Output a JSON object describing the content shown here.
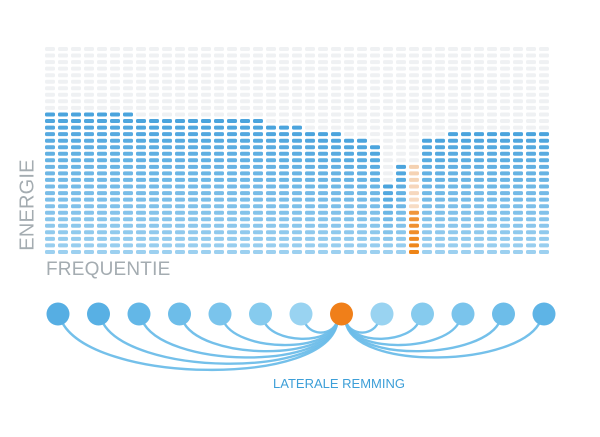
{
  "y_axis_label": "ENERGIE",
  "x_axis_label": "FREQUENTIE",
  "inhibition_label": "LATERALE REMMING",
  "spectrum": {
    "columns": 39,
    "total_rows": 32,
    "column_levels": [
      22,
      22,
      22,
      22,
      22,
      22,
      22,
      21,
      21,
      21,
      21,
      21,
      21,
      21,
      21,
      21,
      21,
      20,
      20,
      20,
      19,
      19,
      19,
      18,
      18,
      17,
      11,
      14,
      14,
      18,
      18,
      19,
      19,
      19,
      19,
      19,
      19,
      19,
      19
    ],
    "highlight_column": 28,
    "highlight_faded_rows": 7
  },
  "neurons": {
    "count": 13,
    "active_index": 7,
    "colors": [
      "#56aee3",
      "#58b0e4",
      "#63b7e7",
      "#6dbde9",
      "#7ac4ec",
      "#86cbee",
      "#99d3f1",
      "#f07f19",
      "#99d3f1",
      "#86cbee",
      "#7ac4ec",
      "#6dbde9",
      "#5eb4e6"
    ]
  },
  "colors": {
    "bar_top": "#4ba4dd",
    "bar_bottom": "#9cd0f0",
    "empty_cell": "#eff1f3",
    "highlight_top": "#f4cfae",
    "highlight_bottom": "#ee8417",
    "arc": "#6dbde9",
    "active_neuron": "#f07f19"
  }
}
